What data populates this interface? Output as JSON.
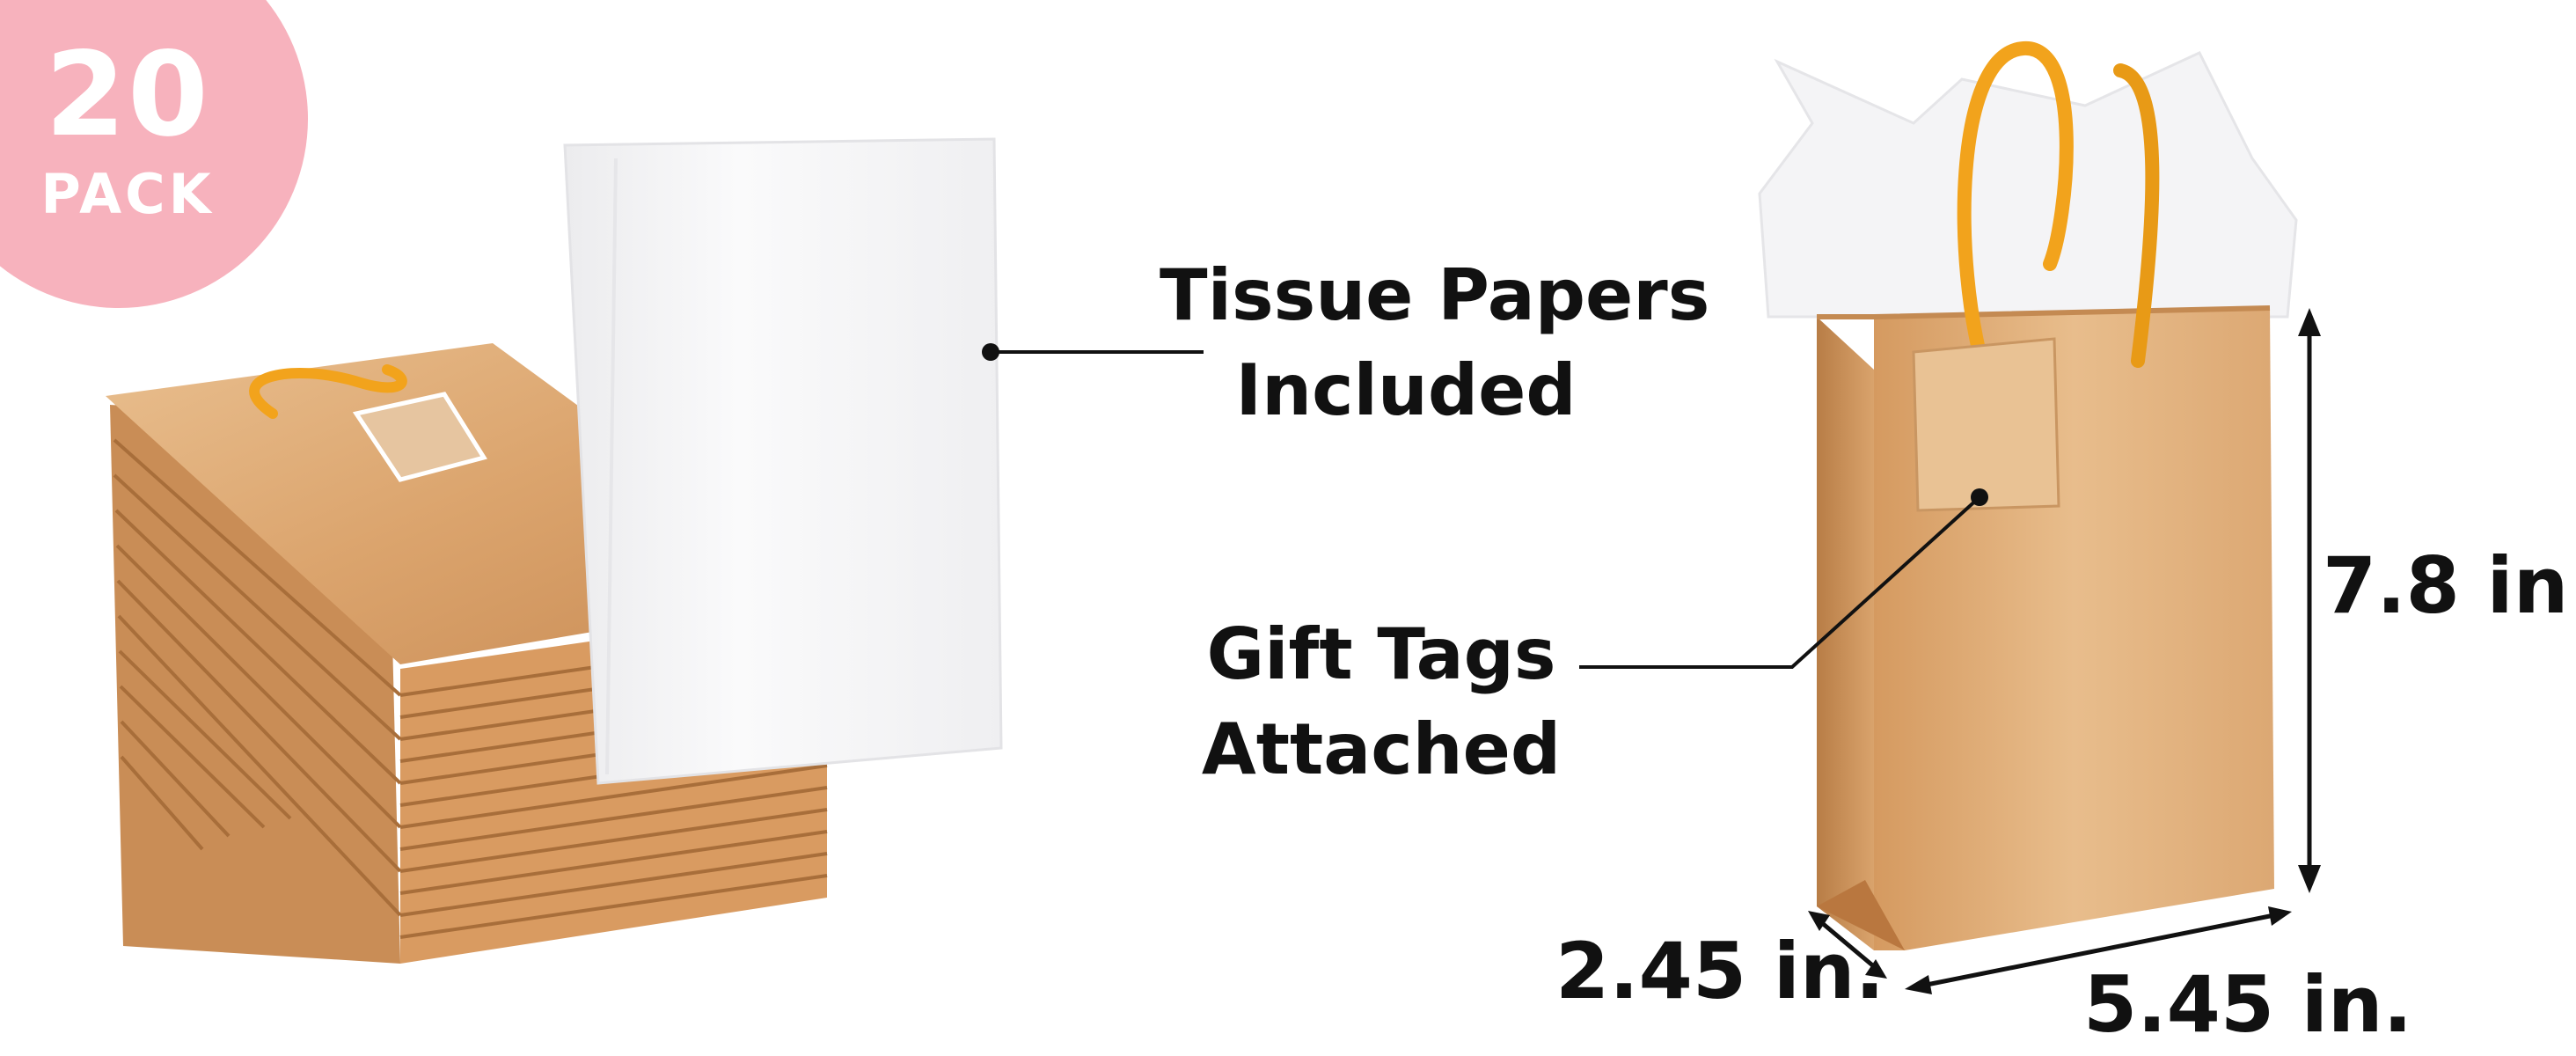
{
  "badge": {
    "count": "20",
    "label": "PACK",
    "color": "#f7b2bd"
  },
  "callouts": {
    "tissue": {
      "line1": "Tissue Papers",
      "line2": "Included"
    },
    "tags": {
      "line1": "Gift Tags",
      "line2": "Attached"
    }
  },
  "dimensions": {
    "height": "7.8 in.",
    "depth": "2.45 in.",
    "width": "5.45 in."
  },
  "colors": {
    "bag_gold": "#e0ad7a",
    "bag_gold_dark": "#c88f58",
    "tissue_white": "#f5f5f6",
    "handle_yellow": "#f2a31c"
  }
}
